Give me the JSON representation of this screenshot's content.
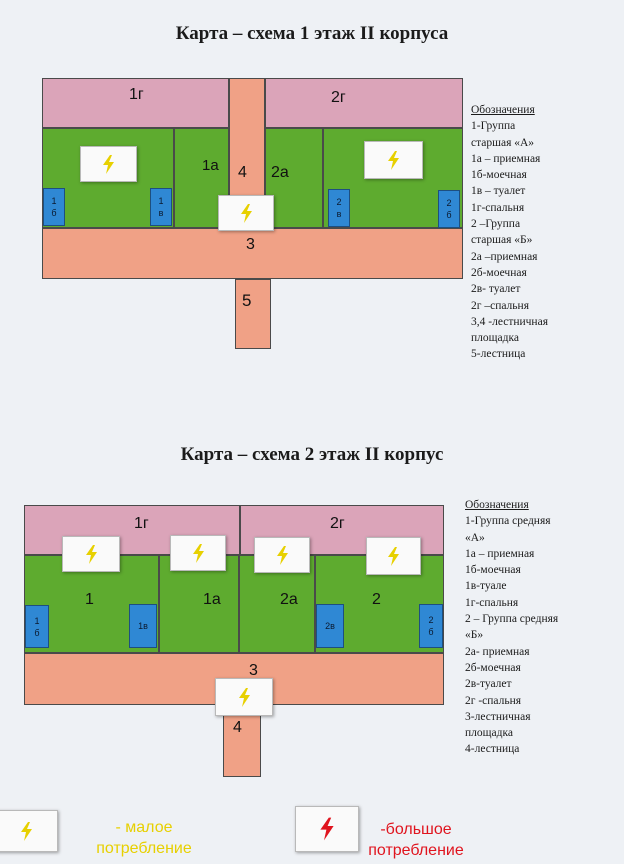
{
  "floor1": {
    "title": "Карта – схема 1 этаж II корпуса",
    "labels": {
      "r1g": "1г",
      "r2g": "2г",
      "r1a": "1а",
      "r4": "4",
      "r2a": "2а",
      "r3": "3",
      "r5": "5",
      "b1b_top": "1",
      "b1b_bot": "б",
      "b1v_top": "1",
      "b1v_bot": "в",
      "b2v_top": "2",
      "b2v_bot": "в",
      "b2b_top": "2",
      "b2b_bot": "б"
    },
    "legend": [
      "Обозначения",
      "1-Группа",
      "старшая «А»",
      "1а – приемная",
      "1б-моечная",
      "1в – туалет",
      "1г-спальня",
      "2 –Группа",
      "старшая «Б»",
      "2а –приемная",
      "2б-моечная",
      "2в- туалет",
      "2г –спальня",
      "3,4 -лестничная",
      "площадка",
      "5-лестница"
    ]
  },
  "floor2": {
    "title": "Карта – схема 2 этаж II корпус",
    "labels": {
      "r1g": "1г",
      "r2g": "2г",
      "r1": "1",
      "r1a": "1а",
      "r2a": "2а",
      "r2": "2",
      "r3": "3",
      "r4": "4",
      "b1b_top": "1",
      "b1b_bot": "б",
      "b1v": "1в",
      "b2v": "2в",
      "b2b_top": "2",
      "b2b_bot": "б"
    },
    "legend": [
      "Обозначения",
      "1-Группа средняя",
      "«А»",
      "1а – приемная",
      "1б-моечная",
      "1в-туале",
      "1г-спальня",
      "2 – Группа средняя",
      "«Б»",
      "2а- приемная",
      "2б-моечная",
      "2в-туалет",
      "2г -спальня",
      "3-лестничная",
      "площадка",
      "4-лестница"
    ]
  },
  "key": {
    "small_line1": "- малое",
    "small_line2": "потребление",
    "large_line1": "-большое",
    "large_line2": "потребление",
    "small_color": "#e7d000",
    "large_color": "#e0141e"
  },
  "icons": {
    "small": "lightning-yellow-icon",
    "large": "lightning-red-icon"
  },
  "colors": {
    "sleeping_room": "#dba4b9",
    "group_room": "#5eab2f",
    "stair_area": "#f0a186",
    "toilet_wash": "#2f88d4"
  }
}
